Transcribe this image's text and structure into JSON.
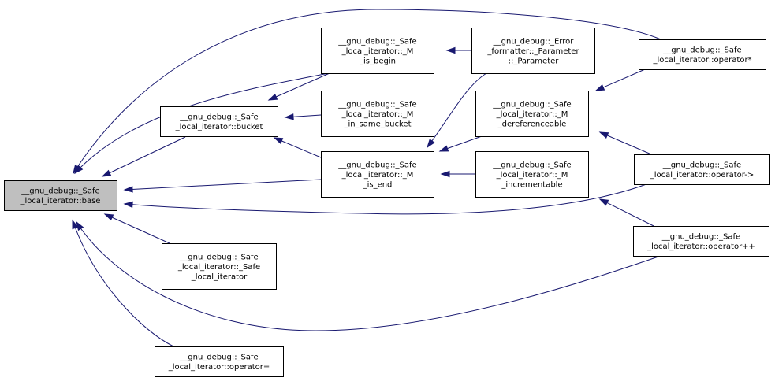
{
  "colors": {
    "edge": "#191970",
    "node_fill": "#ffffff",
    "highlight_fill": "#bfbfbf",
    "node_stroke": "#000000"
  },
  "nodes": {
    "base": {
      "lines": [
        "__gnu_debug::_Safe",
        "_local_iterator::base"
      ],
      "highlighted": true
    },
    "bucket": {
      "lines": [
        "__gnu_debug::_Safe",
        "_local_iterator::bucket"
      ]
    },
    "m_is_begin": {
      "lines": [
        "__gnu_debug::_Safe",
        "_local_iterator::_M",
        "_is_begin"
      ]
    },
    "m_in_same_bucket": {
      "lines": [
        "__gnu_debug::_Safe",
        "_local_iterator::_M",
        "_in_same_bucket"
      ]
    },
    "m_is_end": {
      "lines": [
        "__gnu_debug::_Safe",
        "_local_iterator::_M",
        "_is_end"
      ]
    },
    "safe_local_iterator": {
      "lines": [
        "__gnu_debug::_Safe",
        "_local_iterator::_Safe",
        "_local_iterator"
      ]
    },
    "operator_assign": {
      "lines": [
        "__gnu_debug::_Safe",
        "_local_iterator::operator="
      ]
    },
    "error_formatter_parameter": {
      "lines": [
        "__gnu_debug::_Error",
        "_formatter::_Parameter",
        "::_Parameter"
      ]
    },
    "m_dereferenceable": {
      "lines": [
        "__gnu_debug::_Safe",
        "_local_iterator::_M",
        "_dereferenceable"
      ]
    },
    "m_incrementable": {
      "lines": [
        "__gnu_debug::_Safe",
        "_local_iterator::_M",
        "_incrementable"
      ]
    },
    "operator_deref": {
      "lines": [
        "__gnu_debug::_Safe",
        "_local_iterator::operator*"
      ]
    },
    "operator_arrow": {
      "lines": [
        "__gnu_debug::_Safe",
        "_local_iterator::operator->"
      ]
    },
    "operator_increment": {
      "lines": [
        "__gnu_debug::_Safe",
        "_local_iterator::operator++"
      ]
    }
  },
  "edges": [
    {
      "from": "bucket",
      "to": "base"
    },
    {
      "from": "m_is_begin",
      "to": "base"
    },
    {
      "from": "m_is_end",
      "to": "base"
    },
    {
      "from": "safe_local_iterator",
      "to": "base"
    },
    {
      "from": "operator_assign",
      "to": "base"
    },
    {
      "from": "operator_deref",
      "to": "base"
    },
    {
      "from": "operator_arrow",
      "to": "base"
    },
    {
      "from": "operator_increment",
      "to": "base"
    },
    {
      "from": "m_is_begin",
      "to": "bucket"
    },
    {
      "from": "m_in_same_bucket",
      "to": "bucket"
    },
    {
      "from": "m_is_end",
      "to": "bucket"
    },
    {
      "from": "error_formatter_parameter",
      "to": "m_is_begin"
    },
    {
      "from": "error_formatter_parameter",
      "to": "m_is_end"
    },
    {
      "from": "m_dereferenceable",
      "to": "m_is_end"
    },
    {
      "from": "m_incrementable",
      "to": "m_is_end"
    },
    {
      "from": "operator_deref",
      "to": "m_dereferenceable"
    },
    {
      "from": "operator_arrow",
      "to": "m_dereferenceable"
    },
    {
      "from": "operator_increment",
      "to": "m_incrementable"
    }
  ]
}
